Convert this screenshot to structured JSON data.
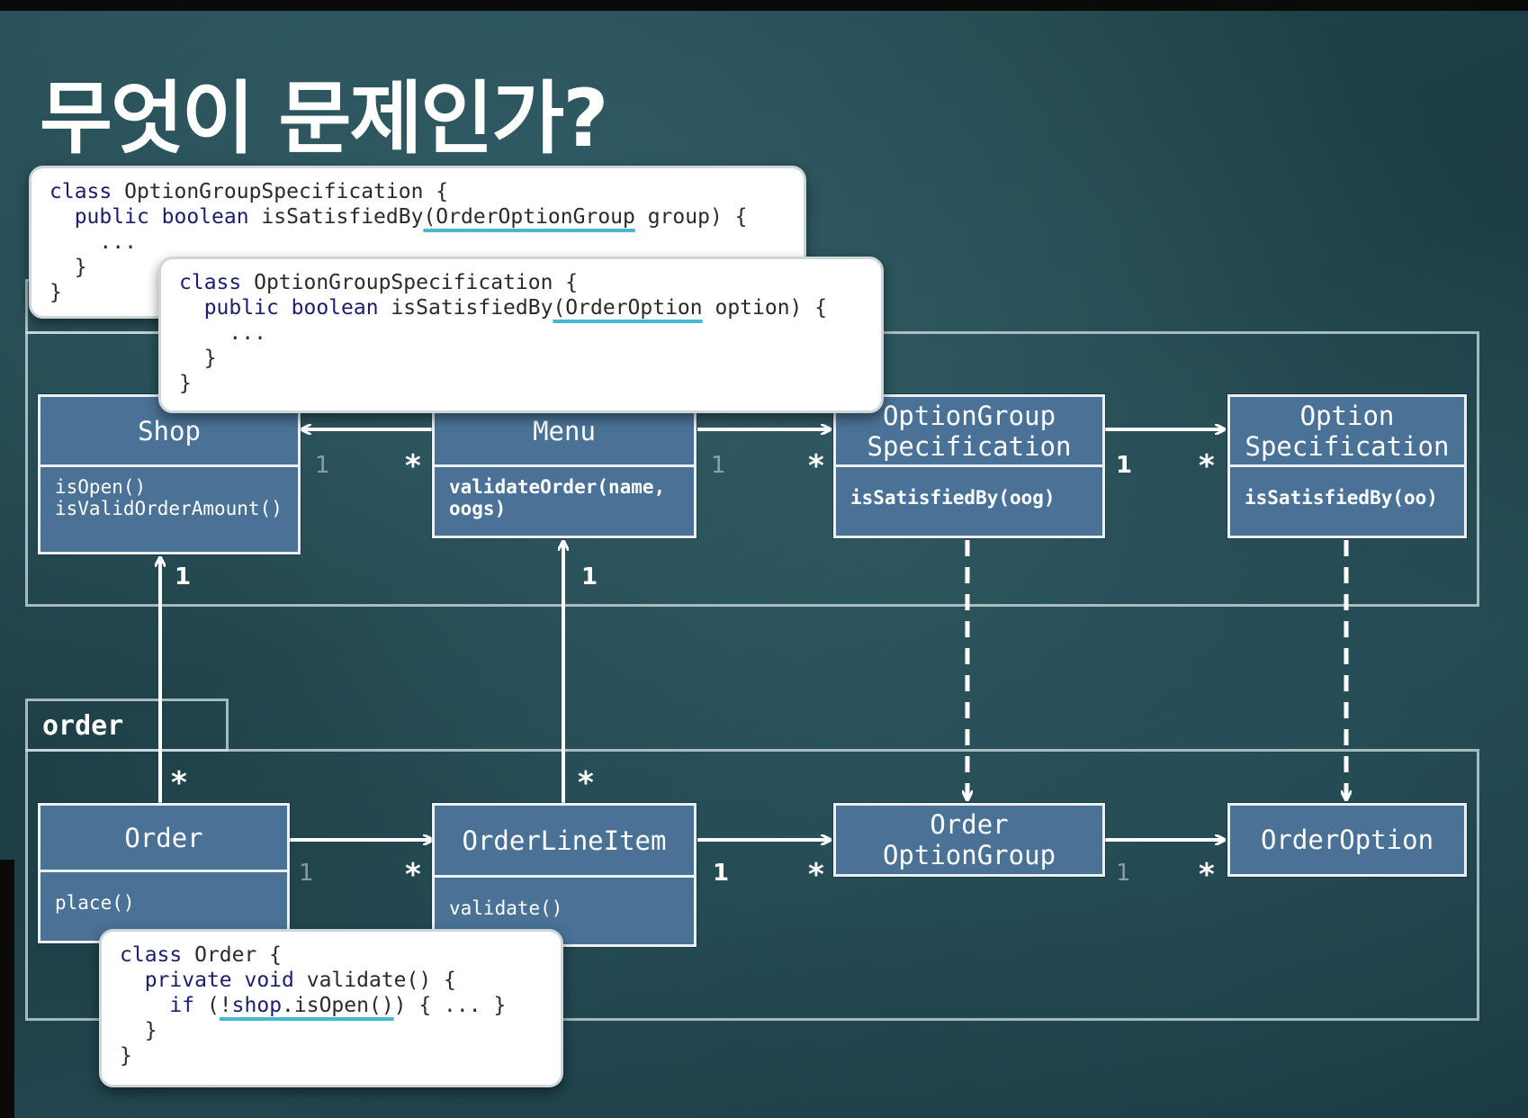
{
  "title": "무엇이 문제인가?",
  "packages": {
    "order_label": "order"
  },
  "classes": {
    "shop": {
      "name": "Shop",
      "methods": [
        "isOpen()",
        "isValidOrderAmount()"
      ]
    },
    "menu": {
      "name": "Menu",
      "methods": [
        "validateOrder(name,",
        "oogs)"
      ]
    },
    "option_group_spec": {
      "name_lines": [
        "OptionGroup",
        "Specification"
      ],
      "methods": [
        "isSatisfiedBy(oog)"
      ]
    },
    "option_spec": {
      "name_lines": [
        "Option",
        "Specification"
      ],
      "methods": [
        "isSatisfiedBy(oo)"
      ]
    },
    "order": {
      "name": "Order",
      "methods": [
        "place()"
      ]
    },
    "order_line_item": {
      "name": "OrderLineItem",
      "methods": [
        "validate()"
      ]
    },
    "order_option_group": {
      "name_lines": [
        "Order",
        "OptionGroup"
      ]
    },
    "order_option": {
      "name": "OrderOption"
    }
  },
  "multiplicities": {
    "menu_shop_one": "1",
    "menu_shop_many": "*",
    "menu_ogs_one": "1",
    "menu_ogs_many": "*",
    "ogs_os_one": "1",
    "ogs_os_many": "*",
    "order_shop_one": "1",
    "order_shop_many": "*",
    "oli_menu_one": "1",
    "oli_menu_many": "*",
    "order_oli_one": "1",
    "order_oli_many": "*",
    "oli_oog_one": "1",
    "oli_oog_many": "*",
    "oog_oo_one": "1",
    "oog_oo_many": "*"
  },
  "code_snippets": {
    "snippet1": {
      "line1_kw": "class",
      "line1_rest": " OptionGroupSpecification {",
      "line2_indent": "  ",
      "line2_kw": "public boolean",
      "line2_mid": " isSatisfiedBy",
      "line2_hl": "(OrderOptionGroup",
      "line2_rest": " group) {",
      "line3": "    ...",
      "line4": "  }",
      "line5": "}"
    },
    "snippet2": {
      "line1_kw": "class",
      "line1_rest": " OptionGroupSpecification {",
      "line2_indent": "  ",
      "line2_kw": "public boolean",
      "line2_mid": " isSatisfiedBy",
      "line2_hl": "(OrderOption",
      "line2_rest": " option) {",
      "line3": "    ...",
      "line4": "  }",
      "line5": "}"
    },
    "snippet3": {
      "line1_kw": "class",
      "line1_rest": " Order {",
      "line2_indent": "  ",
      "line2_kw": "private void",
      "line2_rest": " validate() {",
      "line3_indent": "    ",
      "line3_kw": "if",
      "line3_pre": " (",
      "line3_hl_a": "!",
      "line3_hl_kw": "shop",
      "line3_hl_b": ".isOpen()",
      "line3_rest": ") { ... }",
      "line4": "  }",
      "line5": "}"
    }
  },
  "colors": {
    "class_fill": "#4a7296",
    "highlight": "#45b8d2",
    "keyword": "#1a1e70",
    "background": "#1f4047"
  }
}
